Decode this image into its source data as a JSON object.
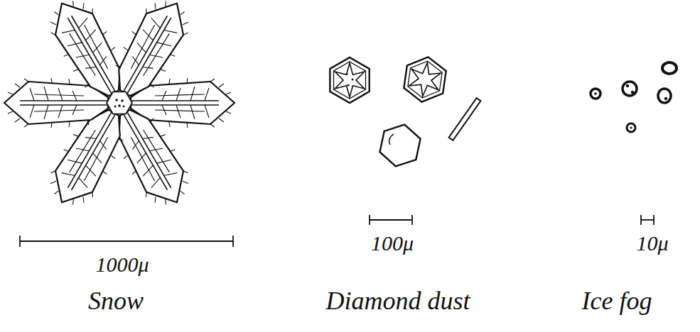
{
  "diagram": {
    "labels": [
      "1000μ",
      "Snow",
      "100μ",
      "Diamond dust",
      "10μ",
      "Ice fog"
    ]
  }
}
